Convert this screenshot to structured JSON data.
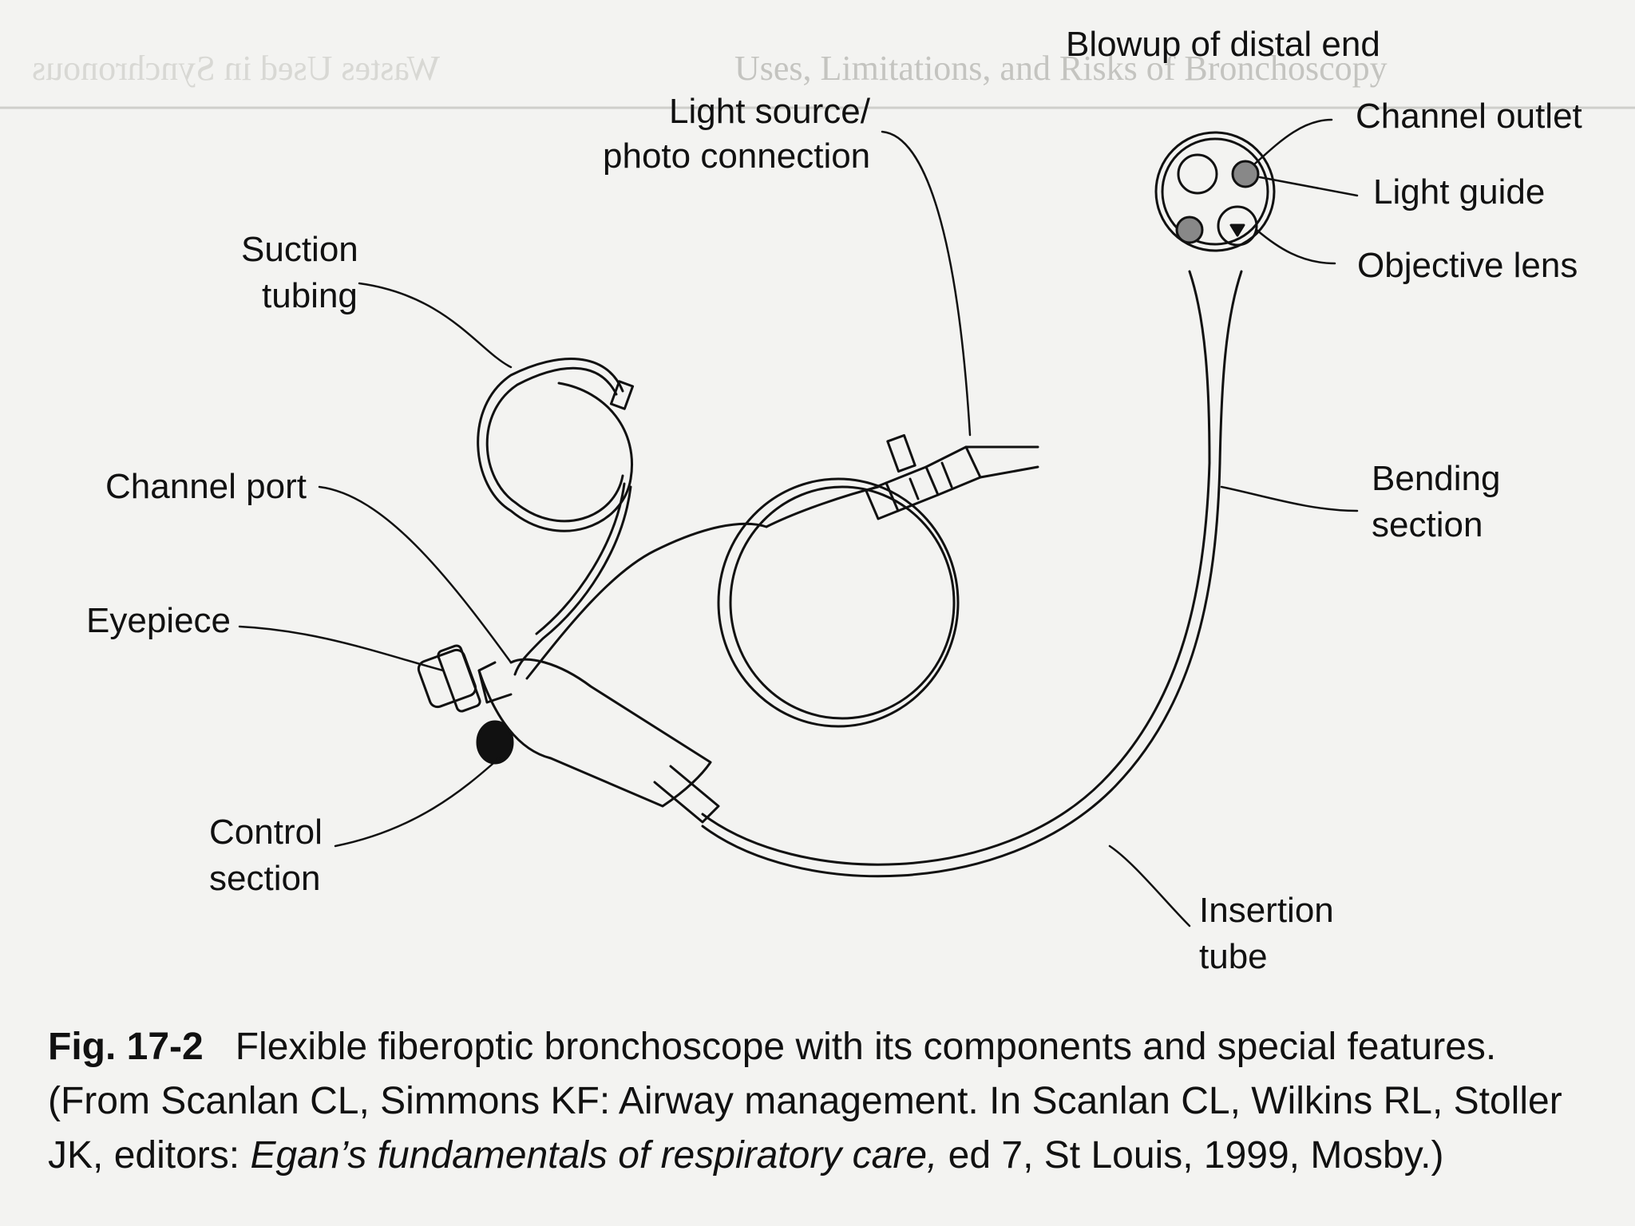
{
  "labels": {
    "blowup": "Blowup of distal end",
    "channel_outlet": "Channel outlet",
    "light_guide": "Light guide",
    "objective_lens": "Objective lens",
    "light_source_1": "Light source/",
    "light_source_2": "photo connection",
    "suction_1": "Suction",
    "suction_2": "tubing",
    "channel_port": "Channel port",
    "eyepiece": "Eyepiece",
    "control_1": "Control",
    "control_2": "section",
    "bending_1": "Bending",
    "bending_2": "section",
    "insertion_1": "Insertion",
    "insertion_2": "tube"
  },
  "caption": {
    "fig_num": "Fig. 17-2",
    "line1": "Flexible fiberoptic bronchoscope with its components and special features.",
    "line2": "(From Scanlan CL, Simmons KF: Airway management. In Scanlan CL, Wilkins RL, Stoller",
    "line3_a": "JK, editors: ",
    "line3_italic": "Egan’s fundamentals of respiratory care,",
    "line3_b": " ed 7, St Louis, 1999, Mosby.)"
  },
  "ghost_text": {
    "header_left": "Wastes Used in Synchronous",
    "header_right": "Uses, Limitations, and Risks of Bronchoscopy"
  }
}
